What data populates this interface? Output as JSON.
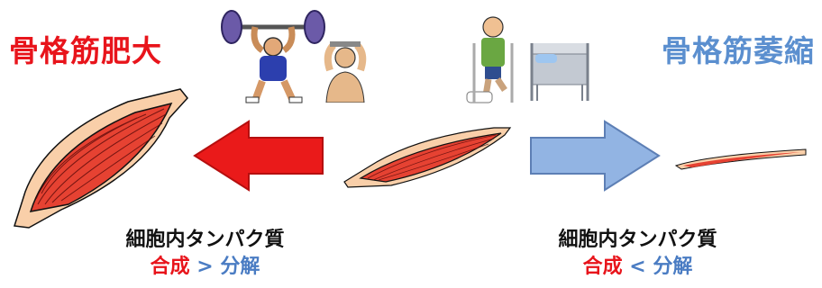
{
  "left": {
    "title": "骨格筋肥大",
    "caption_line1": "細胞内タンパク質",
    "synth": "合成",
    "op": ">",
    "degr": "分解"
  },
  "right": {
    "title": "骨格筋萎縮",
    "caption_line1": "細胞内タンパク質",
    "synth": "合成",
    "op": "<",
    "degr": "分解"
  },
  "colors": {
    "red": "#e8141b",
    "blue": "#5b8fcf",
    "muscle": "#e64232"
  }
}
